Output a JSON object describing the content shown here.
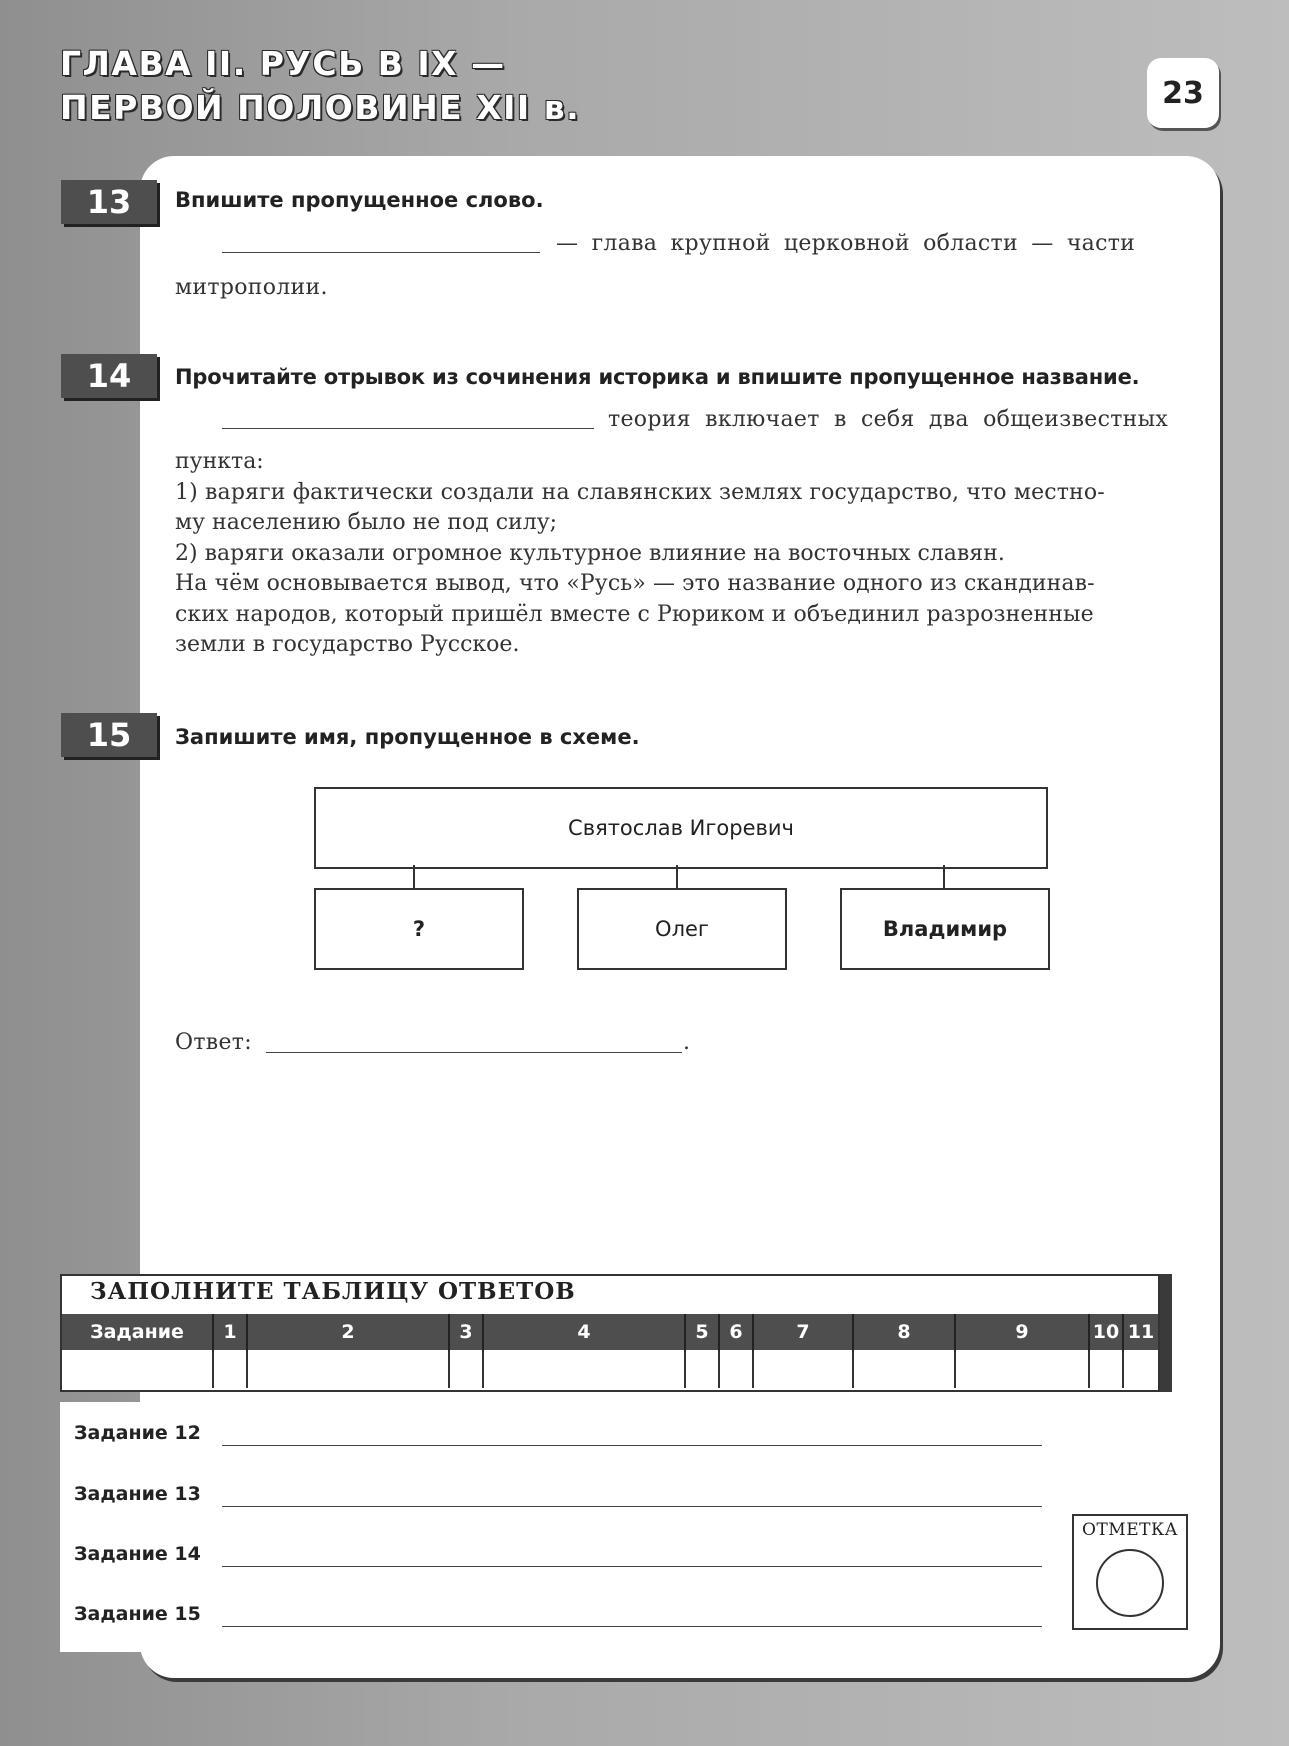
{
  "header": {
    "chapter_line1": "ГЛАВА II. РУСЬ В IX —",
    "chapter_line2": "ПЕРВОЙ ПОЛОВИНЕ XII в.",
    "page_number": "23"
  },
  "task13": {
    "number": "13",
    "heading": "Впишите пропущенное слово.",
    "line1_text": "— глава крупной церковной области — части",
    "line2_text": "митрополии."
  },
  "task14": {
    "number": "14",
    "heading": "Прочитайте отрывок из сочинения историка и впишите пропущенное название.",
    "line1_text": "теория включает в себя два общеизвестных",
    "lines": [
      "пункта:",
      "1) варяги фактически создали на славянских землях государство, что местно-",
      "му населению было не под силу;",
      "2) варяги оказали огромное культурное влияние на восточных славян.",
      "На чём основывается вывод, что «Русь» — это название одного из скандинав-",
      "ских народов, который пришёл вместе с Рюриком и объединил разрозненные",
      "земли в государство Русское."
    ]
  },
  "task15": {
    "number": "15",
    "heading": "Запишите имя, пропущенное в схеме.",
    "diagram": {
      "parent": "Святослав Игоревич",
      "children": [
        "?",
        "Олег",
        "Владимир"
      ]
    },
    "answer_label": "Ответ:",
    "answer_end": "."
  },
  "answer_table": {
    "title": "ЗАПОЛНИТЕ ТАБЛИЦУ ОТВЕТОВ",
    "header_label": "Задание",
    "columns": [
      "1",
      "2",
      "3",
      "4",
      "5",
      "6",
      "7",
      "8",
      "9",
      "10",
      "11"
    ]
  },
  "answer_lines": [
    "Задание 12",
    "Задание 13",
    "Задание 14",
    "Задание 15"
  ],
  "grade": {
    "label": "ОТМЕТКА"
  }
}
